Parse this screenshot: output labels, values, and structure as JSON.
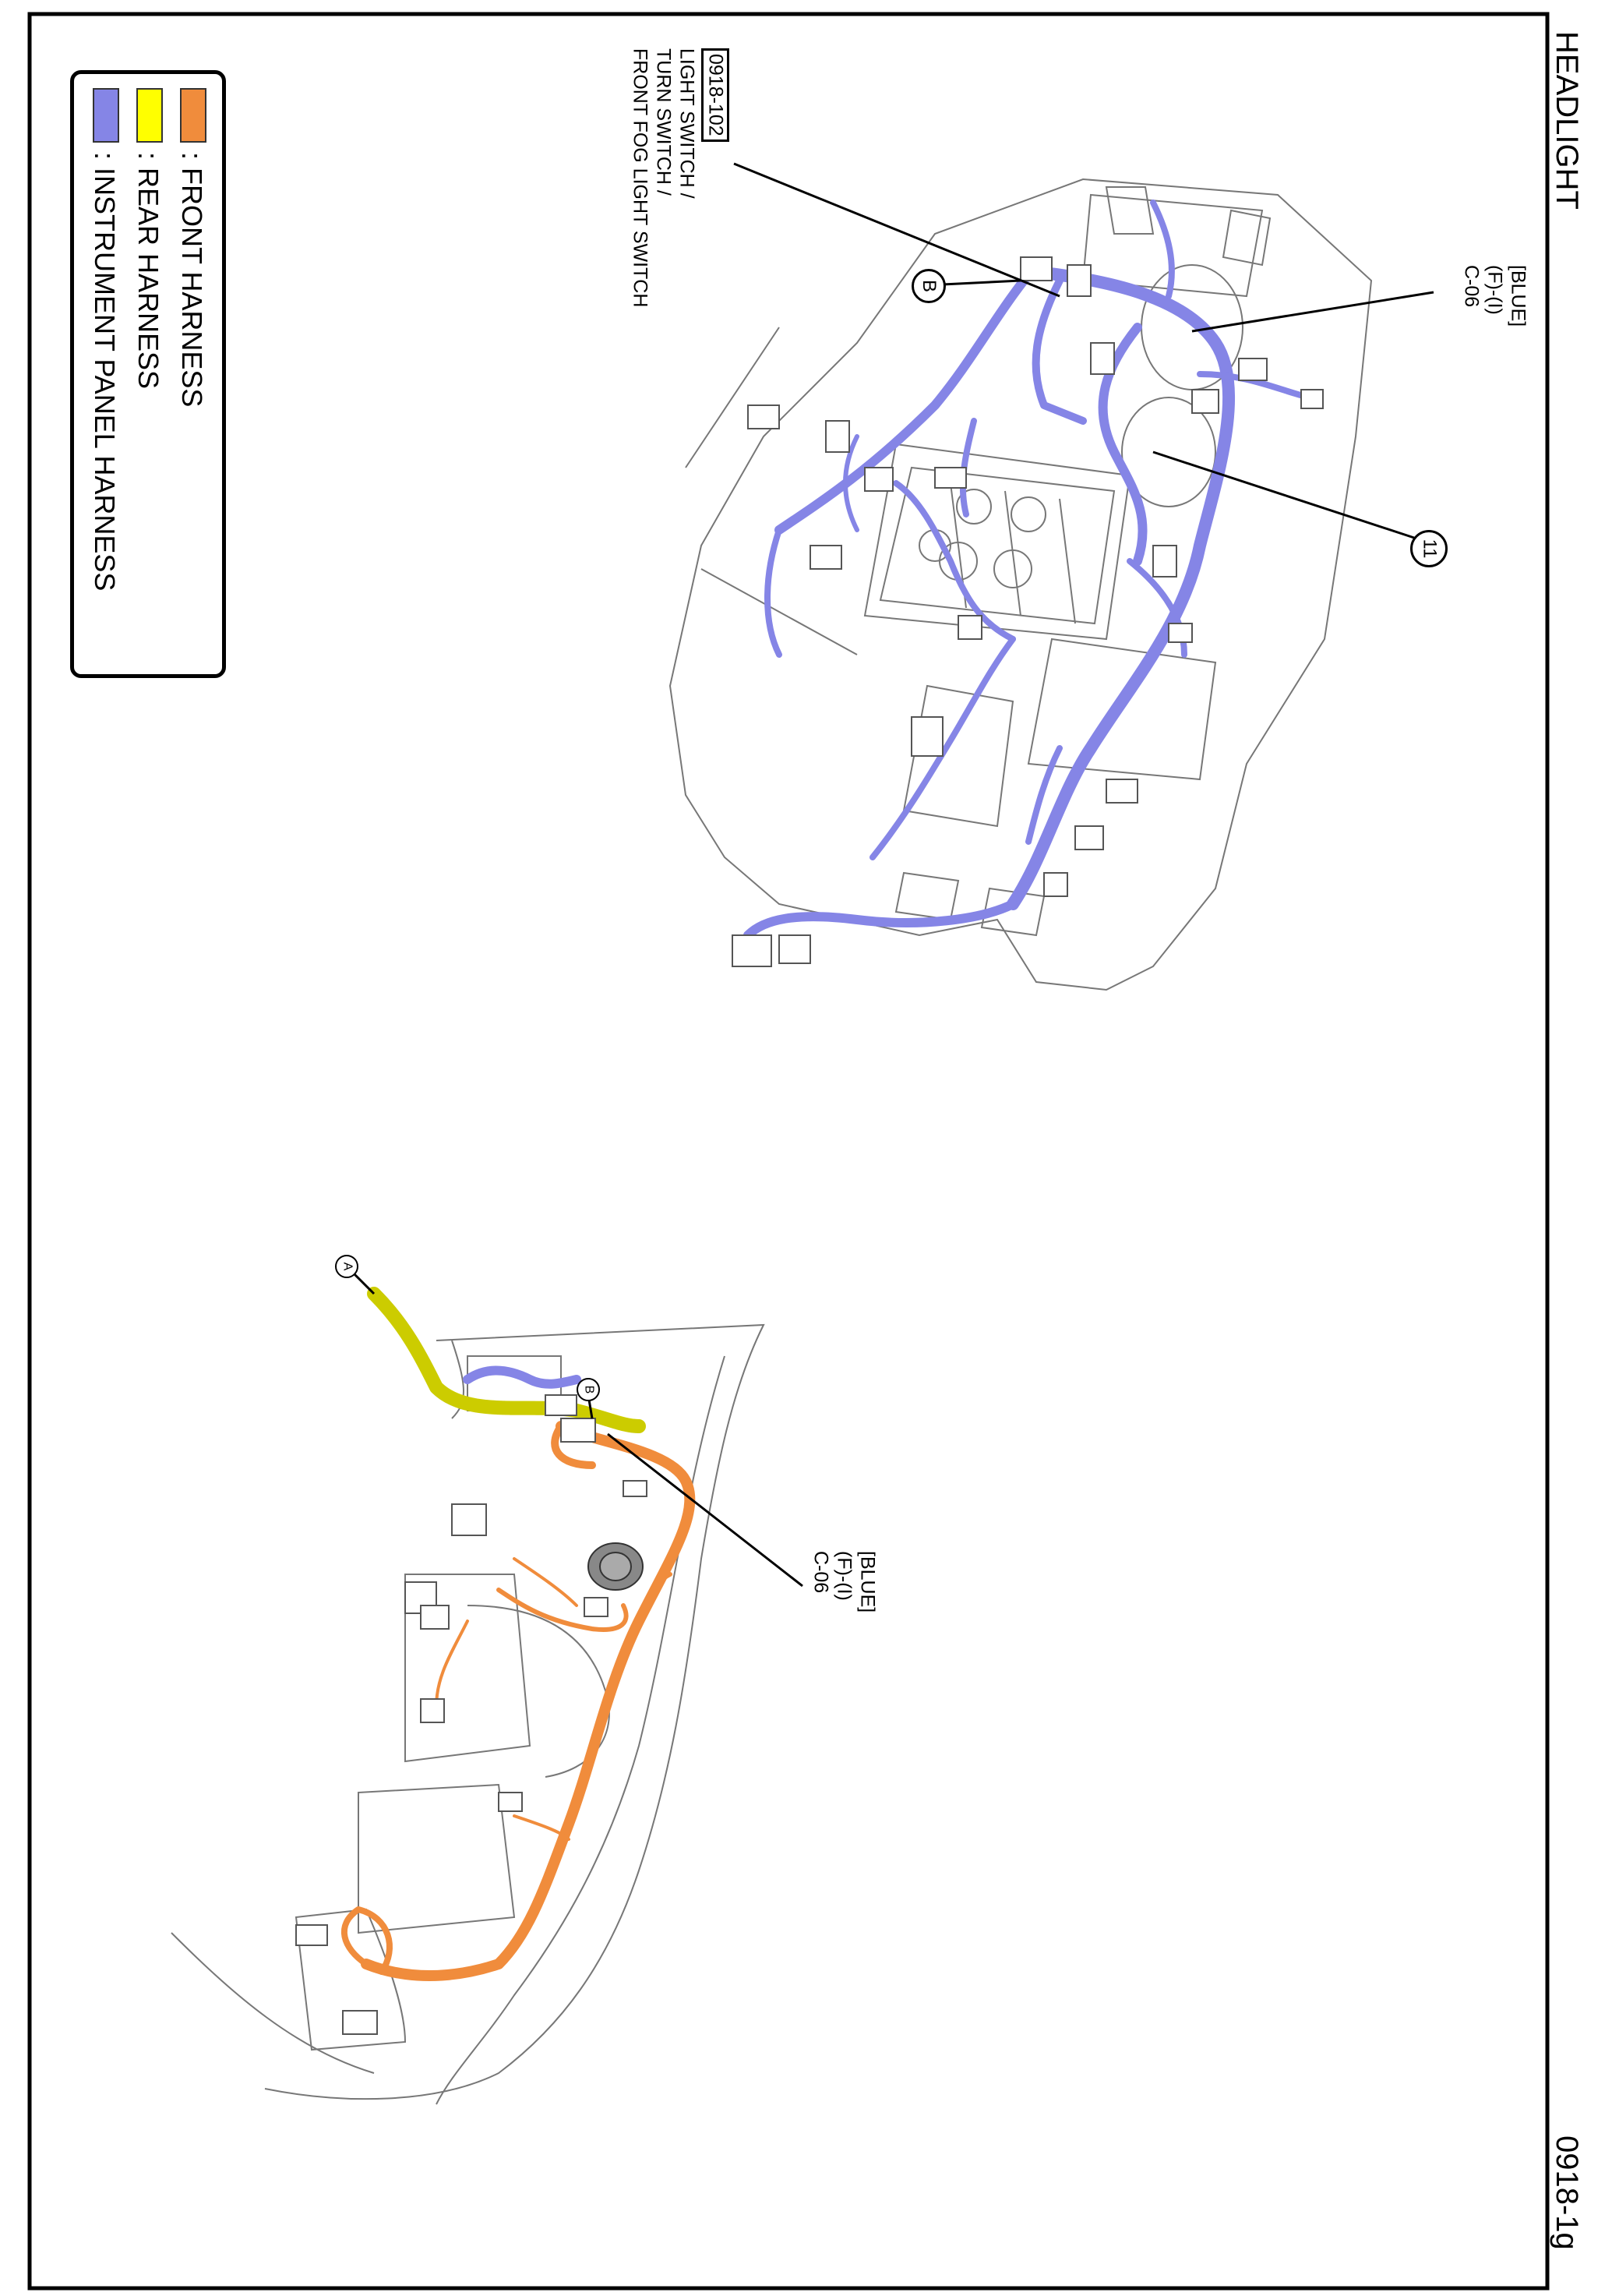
{
  "page": {
    "title": "HEADLIGHT",
    "page_code": "0918-1g"
  },
  "legend": {
    "items": [
      {
        "label": ": FRONT HARNESS",
        "color": "#f08c3c"
      },
      {
        "label": ": REAR HARNESS",
        "color": "#ffff00"
      },
      {
        "label": ": INSTRUMENT PANEL HARNESS",
        "color": "#8585e6"
      }
    ]
  },
  "callouts": {
    "switch": {
      "code": "0918-102",
      "line1": "LIGHT SWITCH /",
      "line2": "TURN SWITCH /",
      "line3": "FRONT FOG LIGHT SWITCH"
    },
    "connector_top": {
      "color": "[BLUE]",
      "pos": "(F)-(I)",
      "id": "C-06"
    },
    "connector_bottom": {
      "color": "[BLUE]",
      "pos": "(F)-(I)",
      "id": "C-06"
    },
    "markers": {
      "b_top": "B",
      "eleven": "11",
      "b_bottom": "B",
      "a": "A"
    }
  }
}
